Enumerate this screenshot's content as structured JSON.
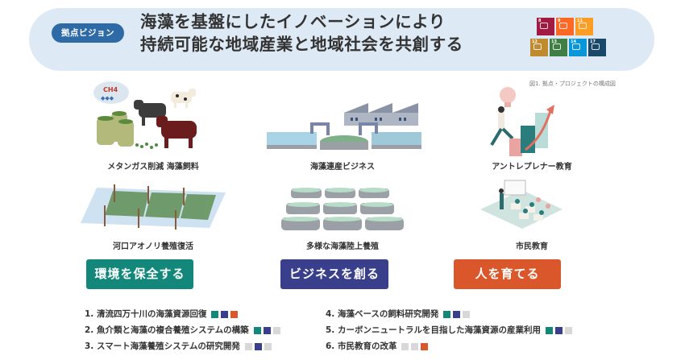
{
  "header": {
    "badge": "拠点ビジョン",
    "title_line1": "海藻を基盤にしたイノベーションにより",
    "title_line2": "持続可能な地域産業と地域社会を共創する",
    "sdgs": [
      {
        "num": "8",
        "color": "#a21942"
      },
      {
        "num": "9",
        "color": "#fd6925"
      },
      {
        "num": "11",
        "color": "#fd9d24"
      },
      {
        "num": "12",
        "color": "#bf8b2e"
      },
      {
        "num": "13",
        "color": "#3f7e44"
      },
      {
        "num": "14",
        "color": "#0a97d9"
      },
      {
        "num": "17",
        "color": "#19486a"
      }
    ]
  },
  "figure_caption": "図1. 拠点・プロジェクトの構成図",
  "illustrations": {
    "methane_feed": {
      "label": "メタンガス削減 海藻飼料",
      "ch4": "CH₄"
    },
    "aonori": {
      "label": "河口アオノリ養殖復活"
    },
    "seaweed_business": {
      "label": "海藻連産ビジネス"
    },
    "land_culture": {
      "label": "多様な海藻陸上養殖"
    },
    "entrepreneur": {
      "label": "アントレプレナー教育"
    },
    "citizen": {
      "label": "市民教育"
    }
  },
  "pillars": [
    {
      "label": "環境を保全する",
      "color": "#14877b"
    },
    {
      "label": "ビジネスを創る",
      "color": "#3a3f8c"
    },
    {
      "label": "人を育てる",
      "color": "#d9572b"
    }
  ],
  "colors": {
    "teal": "#14877b",
    "navy": "#3a3f8c",
    "orange": "#d9572b",
    "gray": "#d8d8d8"
  },
  "projects": [
    {
      "label": "1. 清流四万十川の海藻資源回復",
      "markers": [
        "teal",
        "navy",
        "orange"
      ]
    },
    {
      "label": "2. 魚介類と海藻の複合養殖システムの構築",
      "markers": [
        "teal",
        "navy",
        "gray"
      ]
    },
    {
      "label": "3. スマート海藻養殖システムの研究開発",
      "markers": [
        "gray",
        "navy",
        "gray"
      ]
    },
    {
      "label": "4. 海藻ベースの飼料研究開発",
      "markers": [
        "teal",
        "navy",
        "gray"
      ]
    },
    {
      "label": "5. カーボンニュートラルを目指した海藻資源の産業利用",
      "markers": [
        "teal",
        "navy",
        "gray"
      ]
    },
    {
      "label": "6. 市民教育の改革",
      "markers": [
        "gray",
        "gray",
        "orange"
      ]
    }
  ]
}
